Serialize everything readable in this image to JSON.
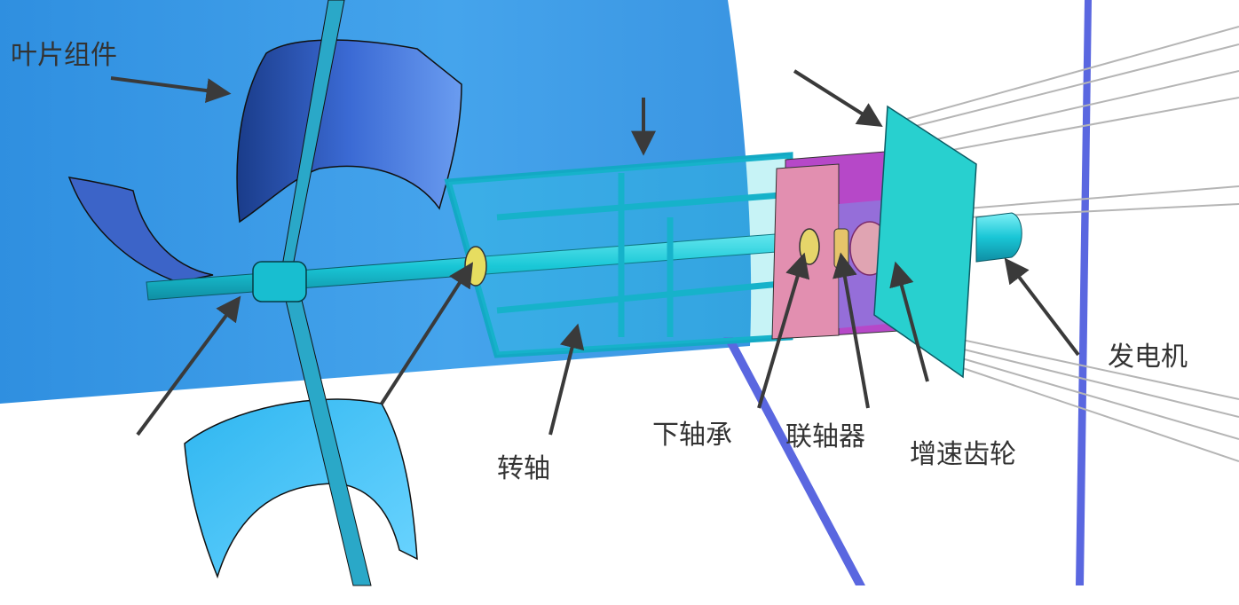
{
  "labels": {
    "blade_assembly": "叶片组件",
    "shaft": "转轴",
    "lower_bearing": "下轴承",
    "coupling": "联轴器",
    "speed_gear": "增速齿轮",
    "generator": "发电机"
  },
  "colors": {
    "background_blue": "#3f9fe8",
    "shaft": "#1ccfdc",
    "frame": "#19b8cf",
    "gearbox_magenta": "#b648c8",
    "gearbox_pink": "#d98bb0",
    "blade": "#4a7fe0",
    "arrow": "#3a3a3a",
    "pole": "#5566dd"
  }
}
